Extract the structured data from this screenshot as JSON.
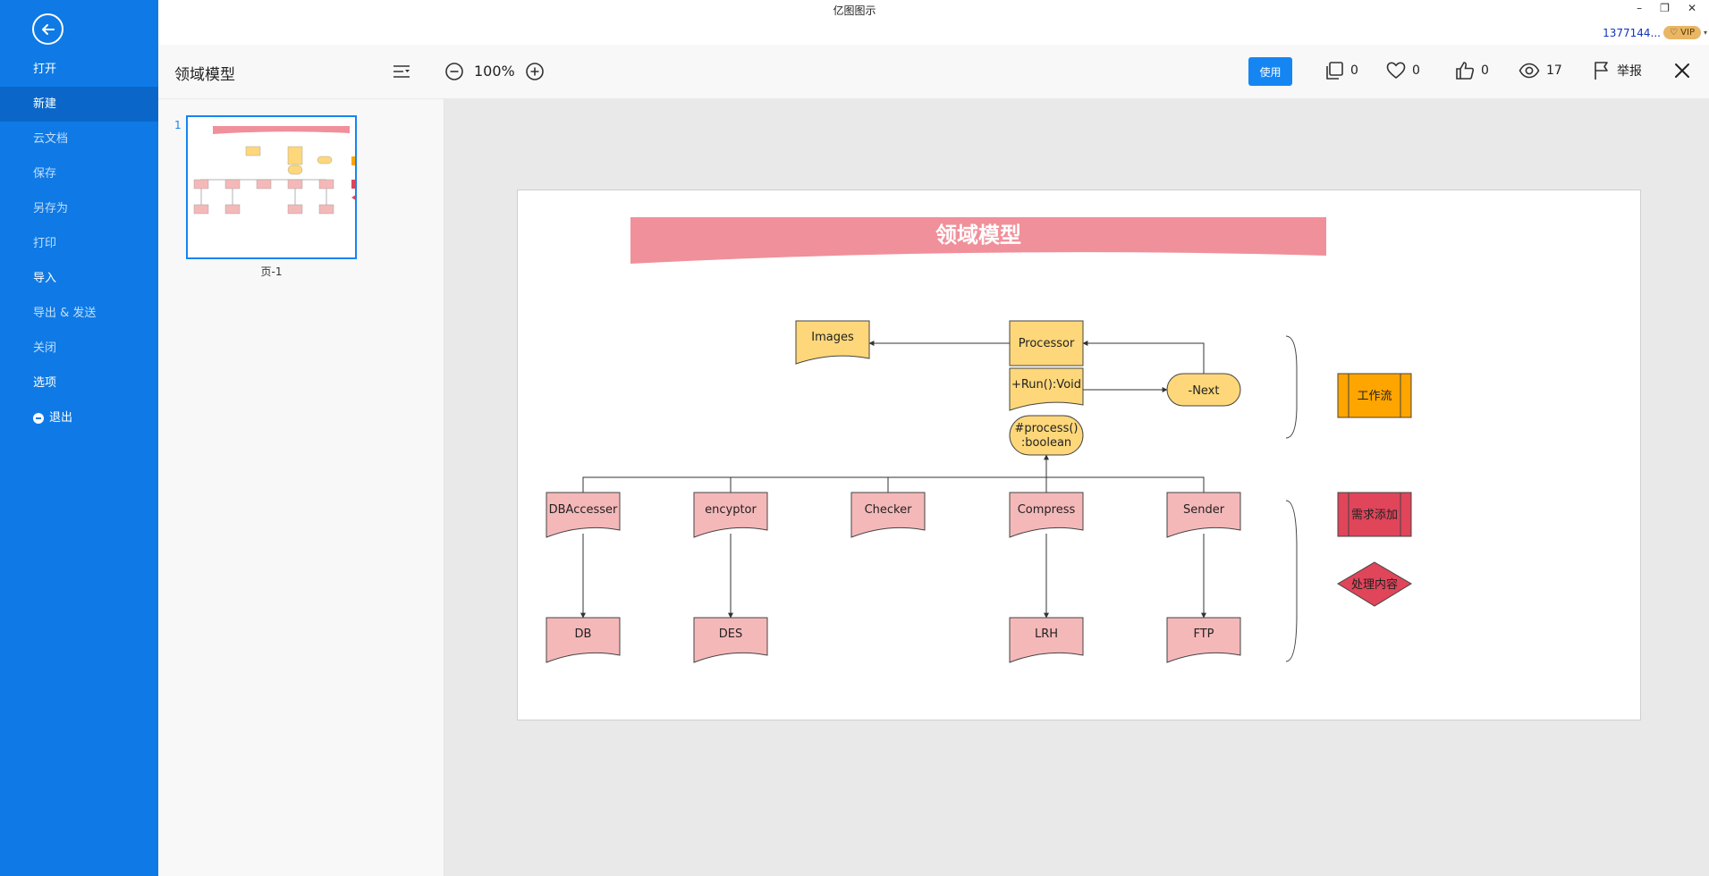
{
  "app": {
    "title": "亿图图示",
    "user": "1377144...",
    "vip": "VIP"
  },
  "window": {
    "minimize": "–",
    "restore": "❐",
    "close": "✕"
  },
  "sidebar": {
    "items": [
      {
        "label": "打开"
      },
      {
        "label": "新建"
      },
      {
        "label": "云文档"
      },
      {
        "label": "保存"
      },
      {
        "label": "另存为"
      },
      {
        "label": "打印"
      },
      {
        "label": "导入"
      },
      {
        "label": "导出 & 发送"
      },
      {
        "label": "关闭"
      },
      {
        "label": "选项"
      },
      {
        "label": "退出"
      }
    ],
    "active": "新建"
  },
  "toolbar": {
    "doc_title": "领域模型",
    "zoom": "100%",
    "use_label": "使用",
    "copies": "0",
    "favorites": "0",
    "likes": "0",
    "views": "17",
    "report_label": "举报"
  },
  "pages_panel": {
    "page_number": "1",
    "page_label": "页-1"
  },
  "diagram": {
    "title": "领域模型",
    "nodes": {
      "images": "Images",
      "processor": "Processor",
      "run": "+Run():Void",
      "process_1": "#process()",
      "process_2": ":boolean",
      "next": "-Next",
      "dbaccesser": "DBAccesser",
      "encyptor": "encyptor",
      "checker": "Checker",
      "compress": "Compress",
      "sender": "Sender",
      "db": "DB",
      "des": "DES",
      "lrh": "LRH",
      "ftp": "FTP"
    },
    "legend": {
      "workflow": "工作流",
      "requirement": "需求添加",
      "processing": "处理内容"
    }
  },
  "colors": {
    "accent": "#0f7ae5",
    "title_banner": "#f0909a",
    "yellow_node": "#fdd77a",
    "pink_node": "#f5b8b9",
    "workflow": "#ffa500",
    "requirement": "#e0455a"
  }
}
